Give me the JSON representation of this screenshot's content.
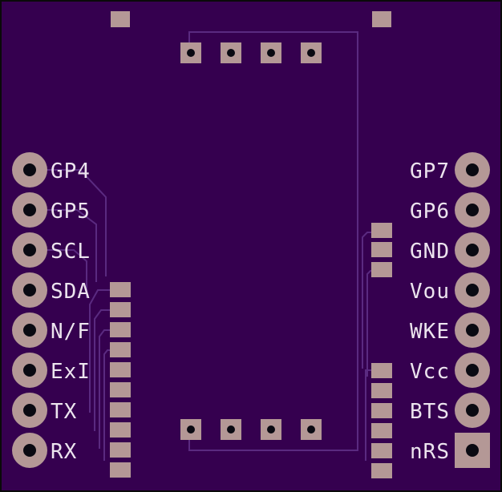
{
  "board": {
    "colors": {
      "substrate": "#35004f",
      "trace": "#5a2a80",
      "copper": "#b49896",
      "drill": "#0a0a12",
      "silk": "#ece4ee",
      "edge": "#0a0a0a"
    }
  },
  "left_header": {
    "labels": [
      "GP4",
      "GP5",
      "SCL",
      "SDA",
      "N/F",
      "ExI",
      "TX",
      "RX"
    ]
  },
  "right_header": {
    "labels": [
      "GP7",
      "GP6",
      "GND",
      "Vou",
      "WKE",
      "Vcc",
      "BTS",
      "nRS"
    ],
    "square_pad_label": "nRS"
  }
}
